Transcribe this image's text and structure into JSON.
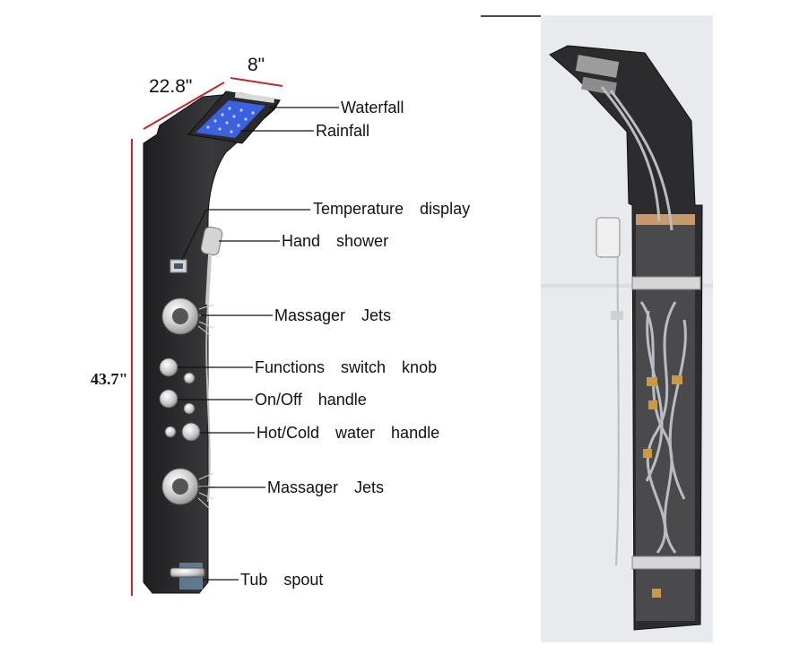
{
  "dimensions": {
    "depth": "22.8\"",
    "width": "8\"",
    "height": "43.7\""
  },
  "callouts": [
    {
      "label": "Waterfall"
    },
    {
      "label": "Rainfall"
    },
    {
      "label": "Temperature  display"
    },
    {
      "label": "Hand  shower"
    },
    {
      "label": "Massager  Jets"
    },
    {
      "label": "Functions  switch  knob"
    },
    {
      "label": "On/Off  handle"
    },
    {
      "label": "Hot/Cold  water  handle"
    },
    {
      "label": "Massager  Jets"
    },
    {
      "label": "Tub  spout"
    }
  ],
  "colors": {
    "dimension_line": "#c0282a",
    "panel": "#2b2a2c",
    "led": "#3f6bff",
    "chrome": "#d8d8d8",
    "backdrop": "#e9eaee"
  }
}
